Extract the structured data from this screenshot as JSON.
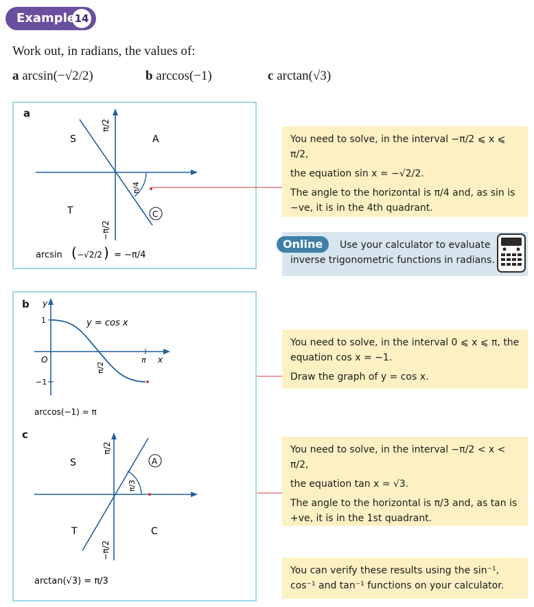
{
  "badge": {
    "label": "Example",
    "number": "14"
  },
  "intro": "Work out, in radians, the values of:",
  "parts": [
    {
      "letter": "a",
      "expr_prefix": "arcsin",
      "expr_arg": "−√2/2",
      "pre": "arcsin(−√2/2)"
    },
    {
      "letter": "b",
      "expr": "arccos(−1)"
    },
    {
      "letter": "c",
      "expr": "arctan(√3)"
    }
  ],
  "panel_a": {
    "letter": "a",
    "quadrants": {
      "S": "S",
      "A": "A",
      "T": "T",
      "C": "C"
    },
    "axis_top": "π/2",
    "axis_bottom": "−π/2",
    "angle": "π/4",
    "result_prefix": "arcsin",
    "result_value": "= −π/4"
  },
  "panel_b": {
    "letter": "b",
    "y_label": "y",
    "x_label": "x",
    "origin": "O",
    "tick_1": "1",
    "tick_m1": "−1",
    "tick_half_pi": "π/2",
    "tick_pi": "π",
    "curve_label": "y = cos x",
    "result": "arccos(−1) = π"
  },
  "panel_c": {
    "letter": "c",
    "quadrants": {
      "S": "S",
      "A": "A",
      "T": "T",
      "C": "C"
    },
    "axis_top": "π/2",
    "axis_bottom": "−π/2",
    "angle": "π/3",
    "result": "arctan(√3) = π/3"
  },
  "notes": {
    "a_line1": "You need to solve, in the interval −π/2 ⩽ x ⩽ π/2,",
    "a_line2": "the equation sin x = −√2/2.",
    "a_line3": "The angle to the horizontal is π/4 and, as sin is −ve, it is in the 4th quadrant.",
    "b_line1": "You need to solve, in the interval 0 ⩽ x ⩽ π, the equation cos x = −1.",
    "b_line2": "Draw the graph of y = cos x.",
    "c_line1": "You need to solve, in the interval −π/2 < x < π/2,",
    "c_line2": "the equation tan x = √3.",
    "c_line3": "The angle to the horizontal is π/3 and, as tan is +ve, it is in the 1st quadrant.",
    "verify": "You can verify these results using the sin⁻¹, cos⁻¹ and tan⁻¹ functions on your calculator."
  },
  "online": {
    "label": "Online",
    "text": "Use your calculator to evaluate inverse trigonometric functions in radians."
  },
  "colors": {
    "badge": "#6a4fa0",
    "panel_border": "#9ed7ea",
    "axis": "#1f5f9e",
    "pointer": "#d9383a",
    "note_bg": "#fdf1c4",
    "online_bg": "#d7e5ef"
  }
}
